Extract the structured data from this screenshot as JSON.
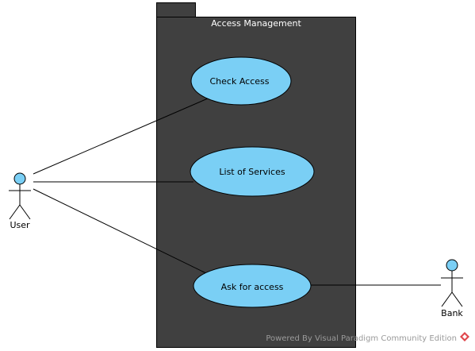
{
  "system": {
    "title": "Access Management"
  },
  "use_cases": [
    {
      "id": "check-access",
      "label": "Check Access"
    },
    {
      "id": "list-services",
      "label": "List of Services"
    },
    {
      "id": "ask-access",
      "label": "Ask for access"
    }
  ],
  "actors": [
    {
      "id": "user",
      "label": "User"
    },
    {
      "id": "bank",
      "label": "Bank"
    }
  ],
  "associations": [
    {
      "from": "user",
      "to": "check-access"
    },
    {
      "from": "user",
      "to": "list-services"
    },
    {
      "from": "user",
      "to": "ask-access"
    },
    {
      "from": "bank",
      "to": "ask-access"
    }
  ],
  "footer": {
    "watermark": "Powered By Visual Paradigm Community Edition"
  },
  "colors": {
    "boundary_fill": "#404040",
    "use_case_fill": "#7acff5",
    "actor_head_fill": "#7acff5",
    "line": "#000000"
  }
}
